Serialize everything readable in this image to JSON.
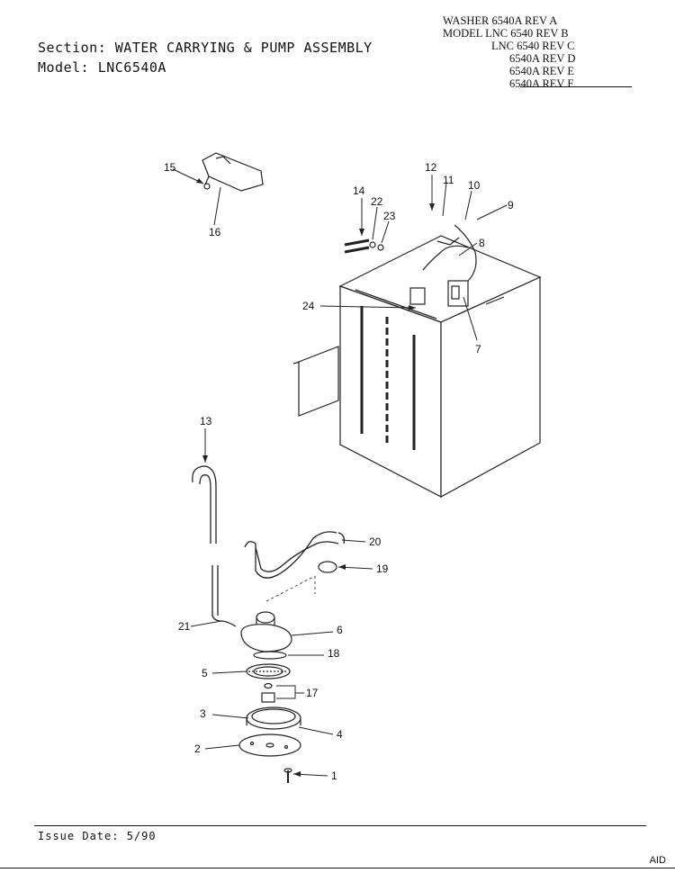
{
  "header": {
    "section_line": "Section: WATER CARRYING & PUMP ASSEMBLY",
    "model_line": "Model: LNC6540A",
    "revisions": [
      "WASHER 6540A REV A",
      "MODEL LNC 6540 REV B",
      "LNC 6540 REV C",
      "6540A REV D",
      "6540A REV E",
      "6540A REV F"
    ]
  },
  "callouts": [
    "1",
    "2",
    "3",
    "4",
    "5",
    "6",
    "7",
    "8",
    "9",
    "10",
    "11",
    "12",
    "13",
    "14",
    "15",
    "16",
    "17",
    "18",
    "19",
    "20",
    "21",
    "22",
    "23",
    "24"
  ],
  "footer": {
    "issue_date": "Issue Date: 5/90",
    "corner_mark": "AID"
  }
}
